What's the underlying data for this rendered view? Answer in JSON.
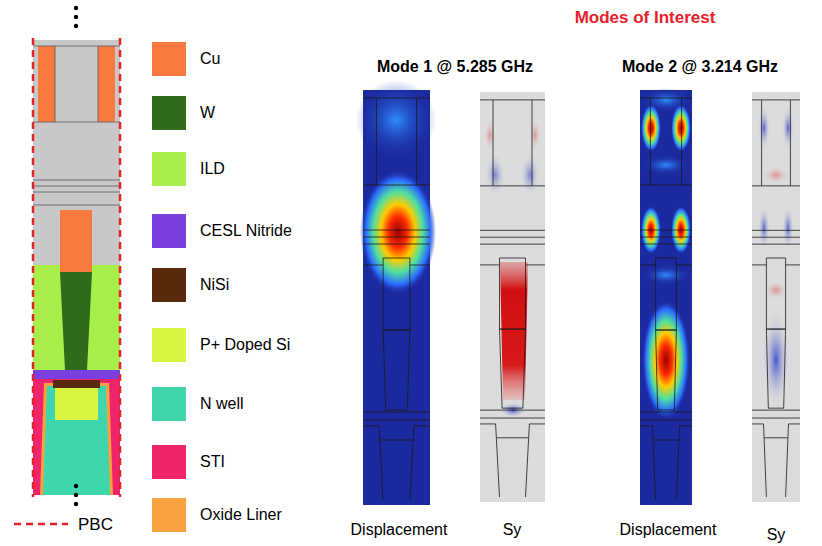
{
  "diagram": {
    "title": "Modes of Interest",
    "labels": [
      "Mode 1 @ 5.285 GHz",
      "Mode 2 @ 3.214 GHz",
      "Displacement",
      "Sy",
      "Displacement",
      "Sy"
    ],
    "legend": [
      {
        "text": "Cu",
        "color": "#f97a3c"
      },
      {
        "text": "W",
        "color": "#2e6b1a"
      },
      {
        "text": "ILD",
        "color": "#a8ef4a"
      },
      {
        "text": "CESL Nitride",
        "color": "#7b3fe0"
      },
      {
        "text": "NiSi",
        "color": "#5a2a0c"
      },
      {
        "text": "P+ Doped Si",
        "color": "#d8f542"
      },
      {
        "text": "N well",
        "color": "#3fd6ae"
      },
      {
        "text": "STI",
        "color": "#f0246a"
      },
      {
        "text": "Oxide Liner",
        "color": "#f7a23f"
      },
      {
        "text": "PBC"
      }
    ]
  }
}
